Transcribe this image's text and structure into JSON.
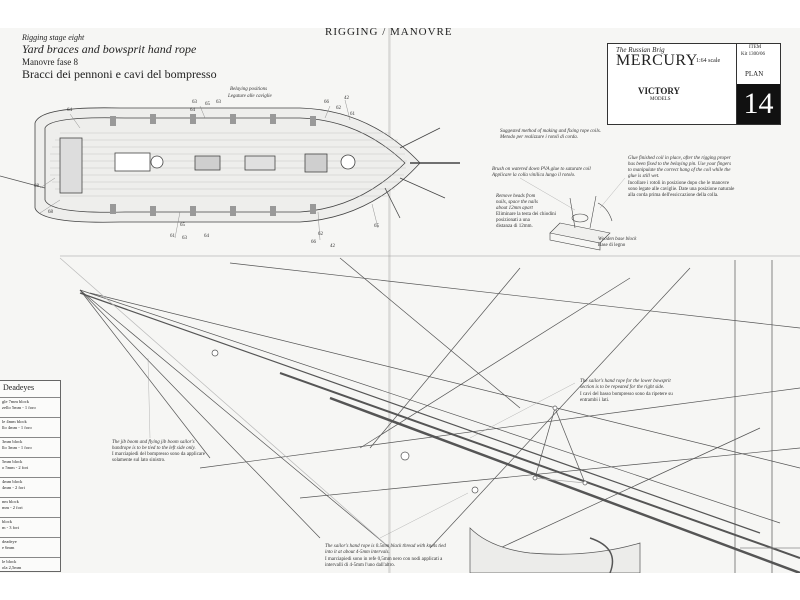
{
  "header": {
    "section_title": "RIGGING / MANOVRE",
    "stage_en": "Rigging stage eight",
    "title_en": "Yard braces and bowsprit hand rope",
    "stage_it": "Manovre fase 8",
    "title_it": "Bracci dei pennoni e cavi del bompresso"
  },
  "title_block": {
    "subtitle": "The Russian Brig",
    "name": "MERCURY",
    "scale": "1:64 scale",
    "item_label": "ITEM",
    "item_code": "Kit 1300/06",
    "plan_label": "PLAN",
    "plan_number": "14",
    "brand": "VICTORY",
    "brand_sub": "MODELS"
  },
  "deck_plan": {
    "belaying_en": "Belaying positions",
    "belaying_it": "Legature alle caviglie",
    "numbers_top": [
      "64",
      "63",
      "65",
      "63",
      "64",
      "66",
      "42",
      "62",
      "61"
    ],
    "numbers_bottom": [
      "61",
      "63",
      "64",
      "65",
      "66",
      "62",
      "42",
      "65"
    ],
    "number_left": "68",
    "number_left_low": "68"
  },
  "coil_notes": {
    "method_en": "Suggested method of making and fixing rope coils.",
    "method_it": "Metodo per realizzare i rotoli di corda.",
    "brush_en": "Brush on watered down PVA glue to saturate coil",
    "brush_it": "Applicare la colla vinilica lungo il rotolo.",
    "remove_en_1": "Remove heads from",
    "remove_en_2": "nails, space the nails",
    "remove_en_3": "about 12mm apart",
    "remove_it_1": "Eliminare la testa dei chiodini",
    "remove_it_2": "posizionati a una",
    "remove_it_3": "distanza di 12mm.",
    "glue_en_1": "Glue finished coil in place, after the rigging proper",
    "glue_en_2": "has been fixed to the belaying pin. Use your fingers",
    "glue_en_3": "to manipulate the correct hang of the coil while the",
    "glue_en_4": "glue is still wet.",
    "glue_it_1": "Incollare i rotoli in posizione dopo che le manovre",
    "glue_it_2": "sono legate alle caviglie. Date una posizione naturale",
    "glue_it_3": "alla corda prima dell'essiccazione della colla.",
    "base_en": "Wooden base block",
    "base_it": "Base di legno"
  },
  "annotations": {
    "jib_en_1": "The jib boom and flying jib boom sailor's",
    "jib_en_2": "handrope is to be tied to the left side only.",
    "jib_it_1": "I marciapiedi del bompresso sono da applicare",
    "jib_it_2": "solamente sul lato sinistro.",
    "lower_en_1": "The sailor's hand rope for the lower bowsprit",
    "lower_en_2": "section is to be repeated for the right side.",
    "lower_it_1": "I cavi del basso bompresso sono da ripetere su",
    "lower_it_2": "entrambi i lati.",
    "hand_en_1": "The sailor's hand rope is 0.5mm black thread with knots tied",
    "hand_en_2": "into it at about 4-5mm intervals.",
    "hand_it_1": "I marciapiedi sono in refe 0,5mm nero con nodi applicati a",
    "hand_it_2": "intervalli di 4-5mm l'uno dall'altro."
  },
  "legend": {
    "title": "Deadeyes",
    "rows": [
      "gle 7mm block\nzello 5mm - 1 foro",
      "le 4mm block\nllo 4mm - 1 foro",
      "3mm block\nllo 3mm - 1 foro",
      "5mm block\no 5mm - 2 fori",
      "4mm block\n4mm - 2 fori",
      "nm block\nmm - 2 fori",
      "block\nm - 3 fori",
      "deadeye\ne 6mm",
      "le block\nola 2,5mm"
    ]
  }
}
